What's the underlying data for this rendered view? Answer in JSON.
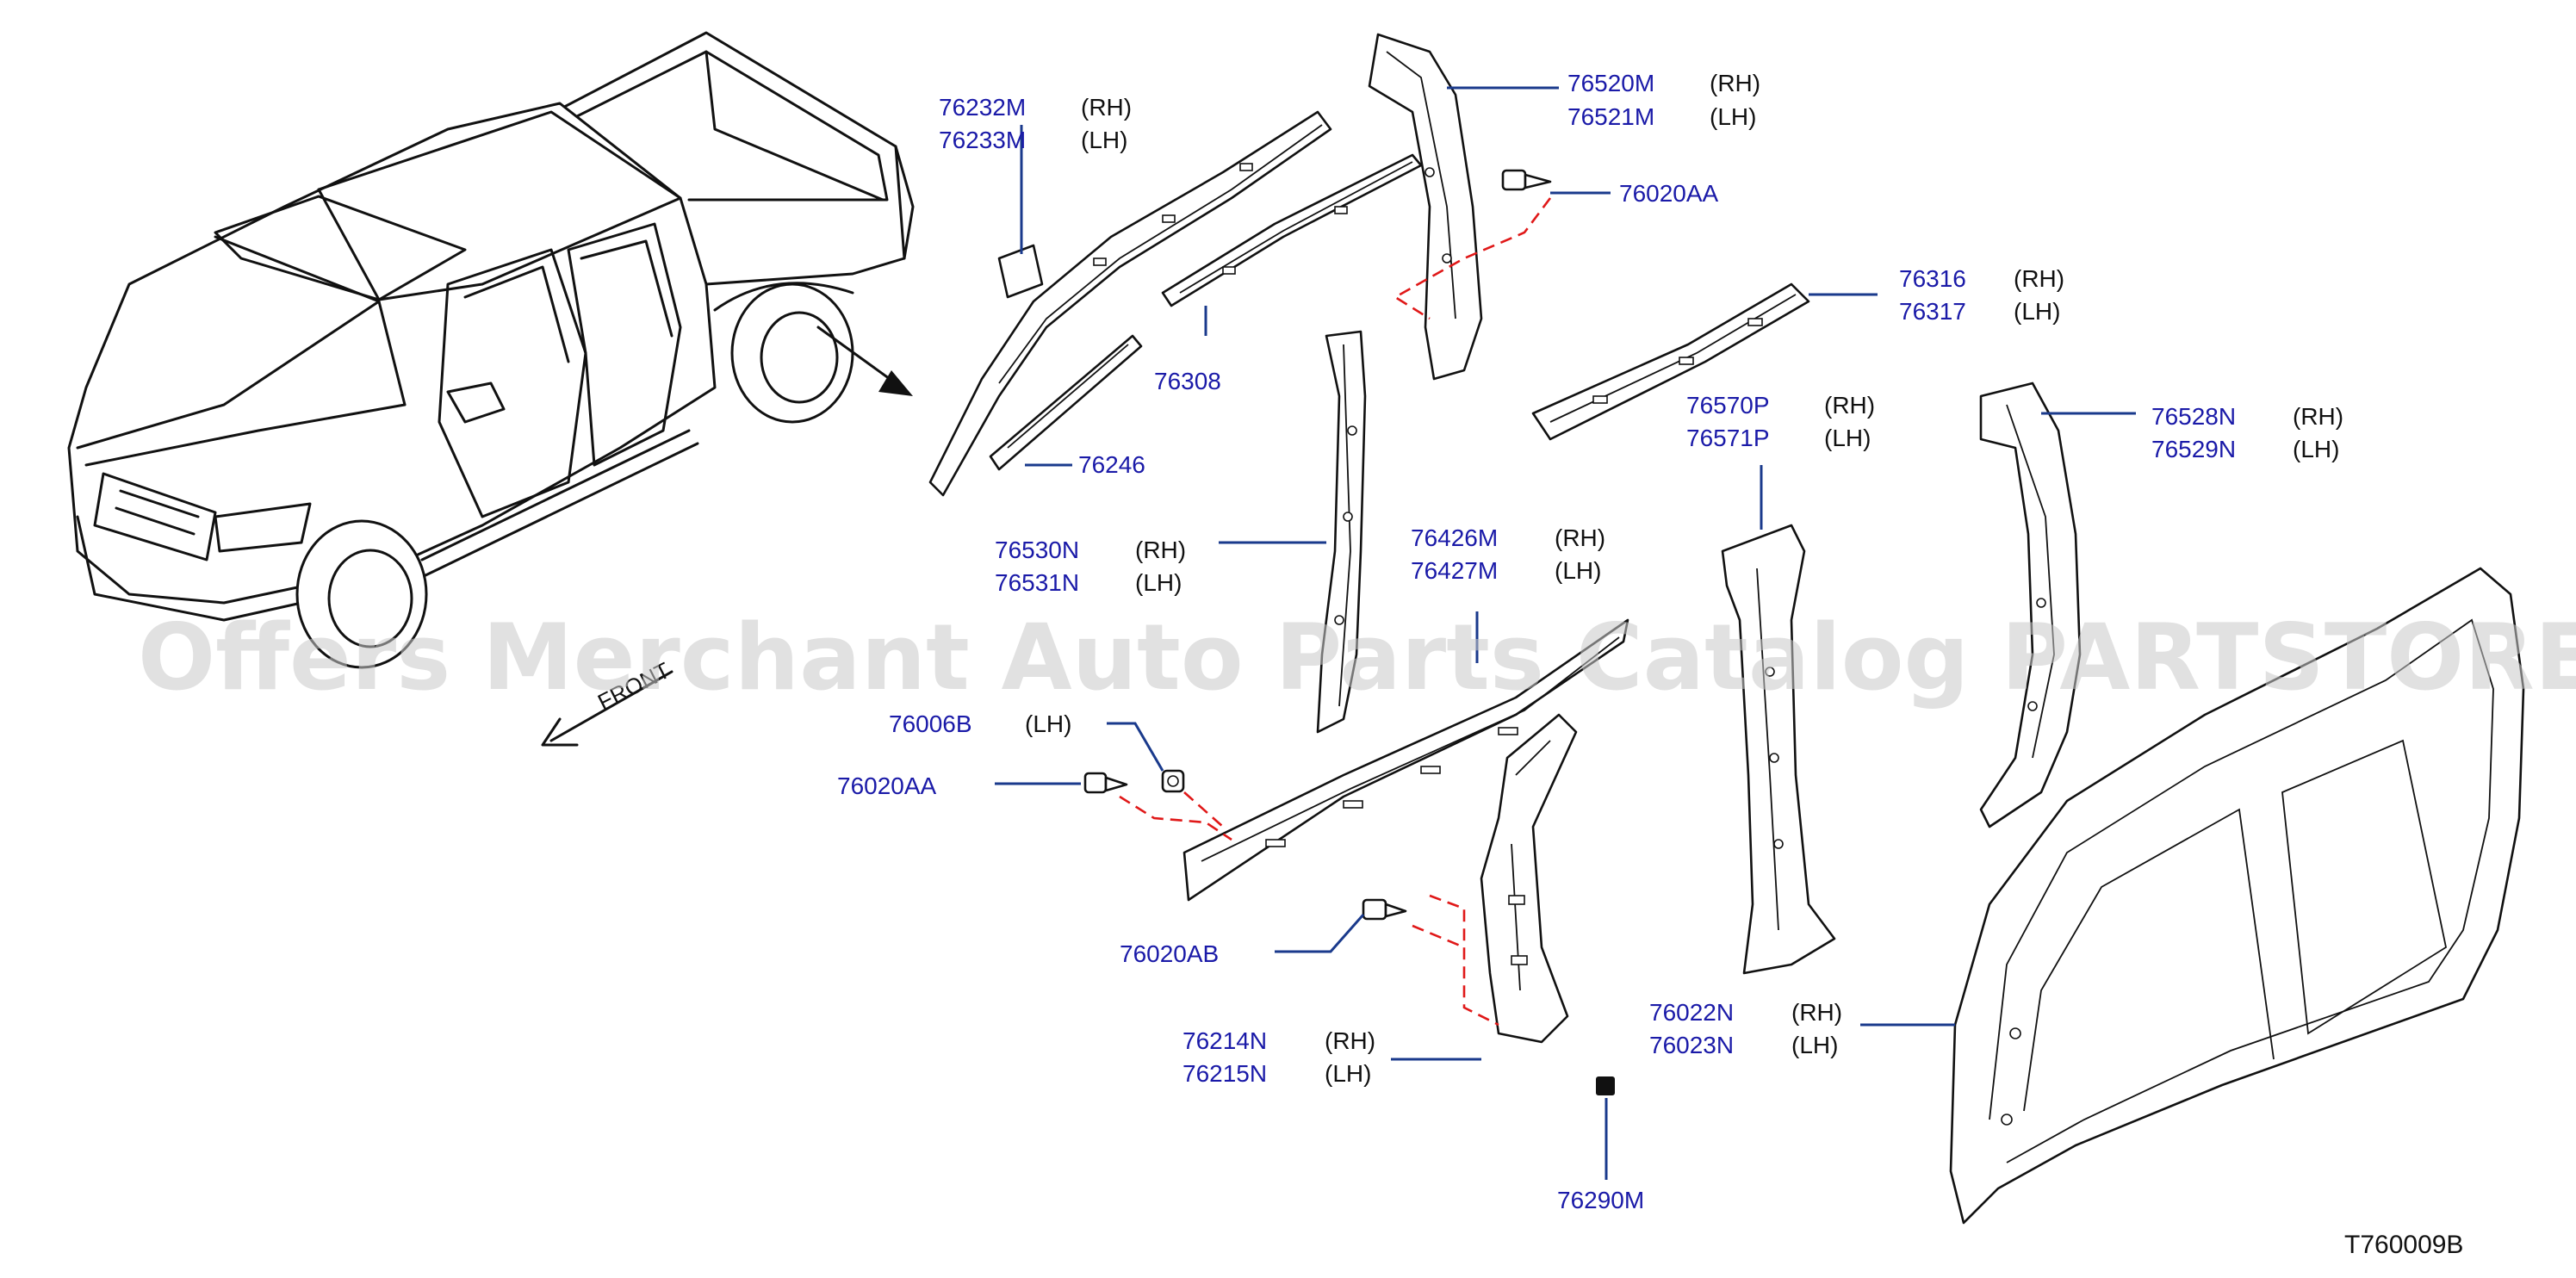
{
  "watermark": "Offers Merchant Auto Parts Catalog PARTSTORE.SA",
  "diagram_code": "T760009B",
  "front_label": "FRONT",
  "side_rh": "(RH)",
  "side_lh": "(LH)",
  "parts": {
    "p76232M": "76232M",
    "p76233M": "76233M",
    "p76246": "76246",
    "p76308": "76308",
    "p76520M": "76520M",
    "p76521M": "76521M",
    "p76020AA_top": "76020AA",
    "p76316": "76316",
    "p76317": "76317",
    "p76570P": "76570P",
    "p76571P": "76571P",
    "p76528N": "76528N",
    "p76529N": "76529N",
    "p76530N": "76530N",
    "p76531N": "76531N",
    "p76426M": "76426M",
    "p76427M": "76427M",
    "p76006B": "76006B",
    "p76020AA_left": "76020AA",
    "p76020AB": "76020AB",
    "p76214N": "76214N",
    "p76215N": "76215N",
    "p76290M": "76290M",
    "p76022N": "76022N",
    "p76023N": "76023N"
  }
}
